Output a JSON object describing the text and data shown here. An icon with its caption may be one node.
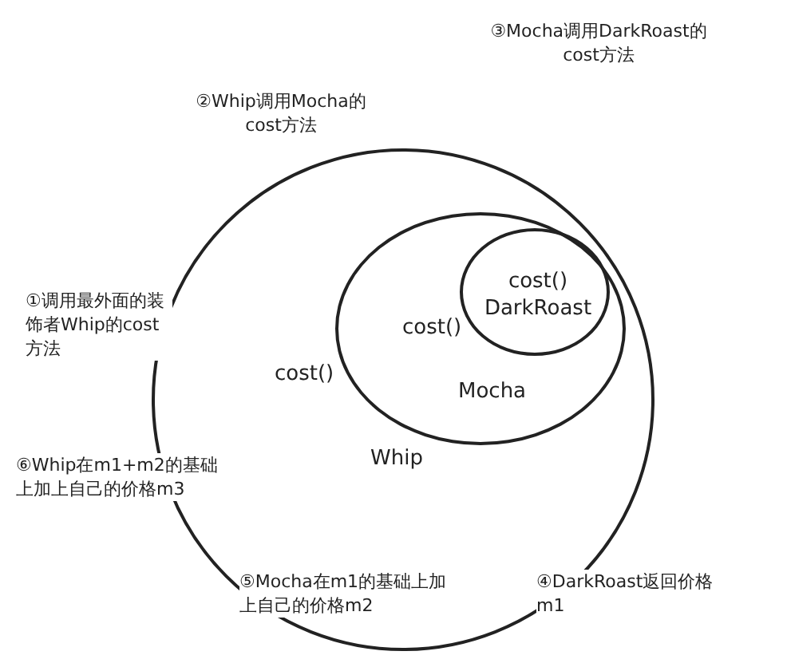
{
  "diagram": {
    "nodes": [
      {
        "text": [
          "cost()",
          "Whip"
        ]
      },
      {
        "text": [
          "cost()",
          "Mocha"
        ],
        "in": 0
      },
      {
        "text": [
          "cost()",
          "DarkRoast"
        ],
        "in": 1
      }
    ],
    "labels": [
      "③Mocha调用DarkRoast的cost方法",
      "②Whip调用Mocha的cost方法",
      "①调用最外面的装饰者Whip的cost方法",
      "⑥Whip在m1+m2的基础上加上自己的价格m3",
      "⑤Mocha在m1的基础上加上自己的价格m2",
      "④DarkRoast返回价格m1"
    ]
  }
}
